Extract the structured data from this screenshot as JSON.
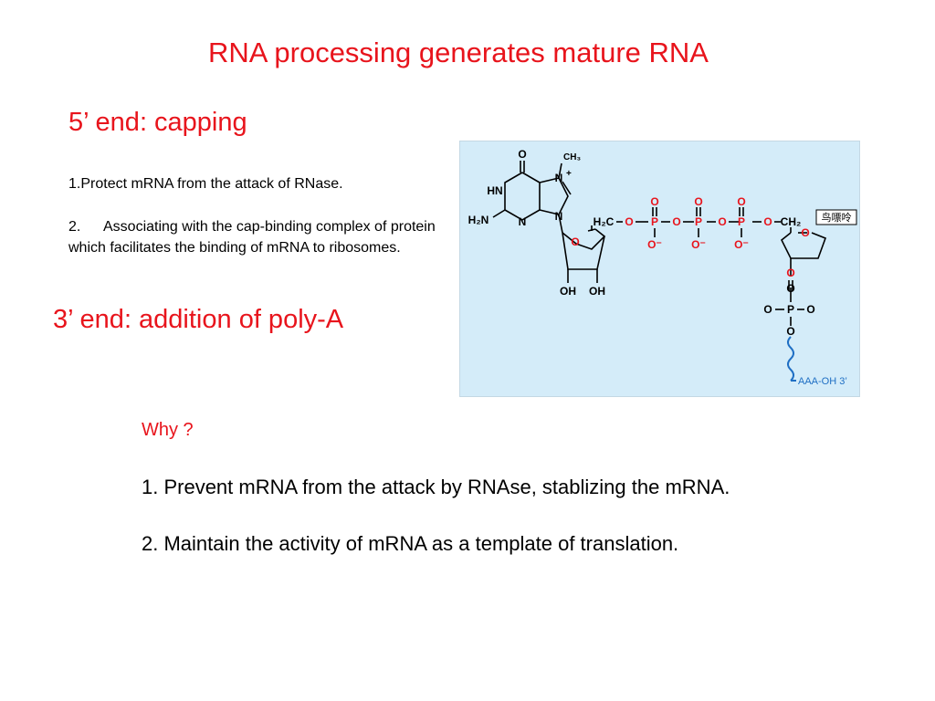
{
  "slide": {
    "title": "RNA processing generates mature RNA",
    "cap_heading": "5’ end: capping",
    "cap_points": [
      {
        "number": "1.",
        "text": "Protect mRNA from the attack of RNase."
      },
      {
        "number": "2.",
        "text": "Associating with the cap-binding complex of  protein which facilitates the binding of mRNA to ribosomes."
      }
    ],
    "polya_heading": "3’ end: addition of poly-A",
    "why_label": "Why ?",
    "reasons": [
      "1. Prevent mRNA from the attack by RNAse, stablizing the mRNA.",
      "2. Maintain the activity of mRNA as a template of translation."
    ]
  },
  "figure": {
    "atoms": {
      "O": "O",
      "N": "N",
      "HN": "HN",
      "NH2": "H₂N",
      "CH3": "CH₃",
      "plus": "+",
      "P": "P",
      "O_minus": "O⁻",
      "H2C": "H₂C",
      "CH2": "CH₂",
      "OH": "OH"
    },
    "guanosine_label": "鸟嘌呤",
    "tail_label": "AAA-OH 3’",
    "colors": {
      "background": "#d4ecf9",
      "oxygen": "#e8141c",
      "phosphorus": "#e8141c",
      "bond": "#000000",
      "tail": "#1f6fc4"
    }
  }
}
